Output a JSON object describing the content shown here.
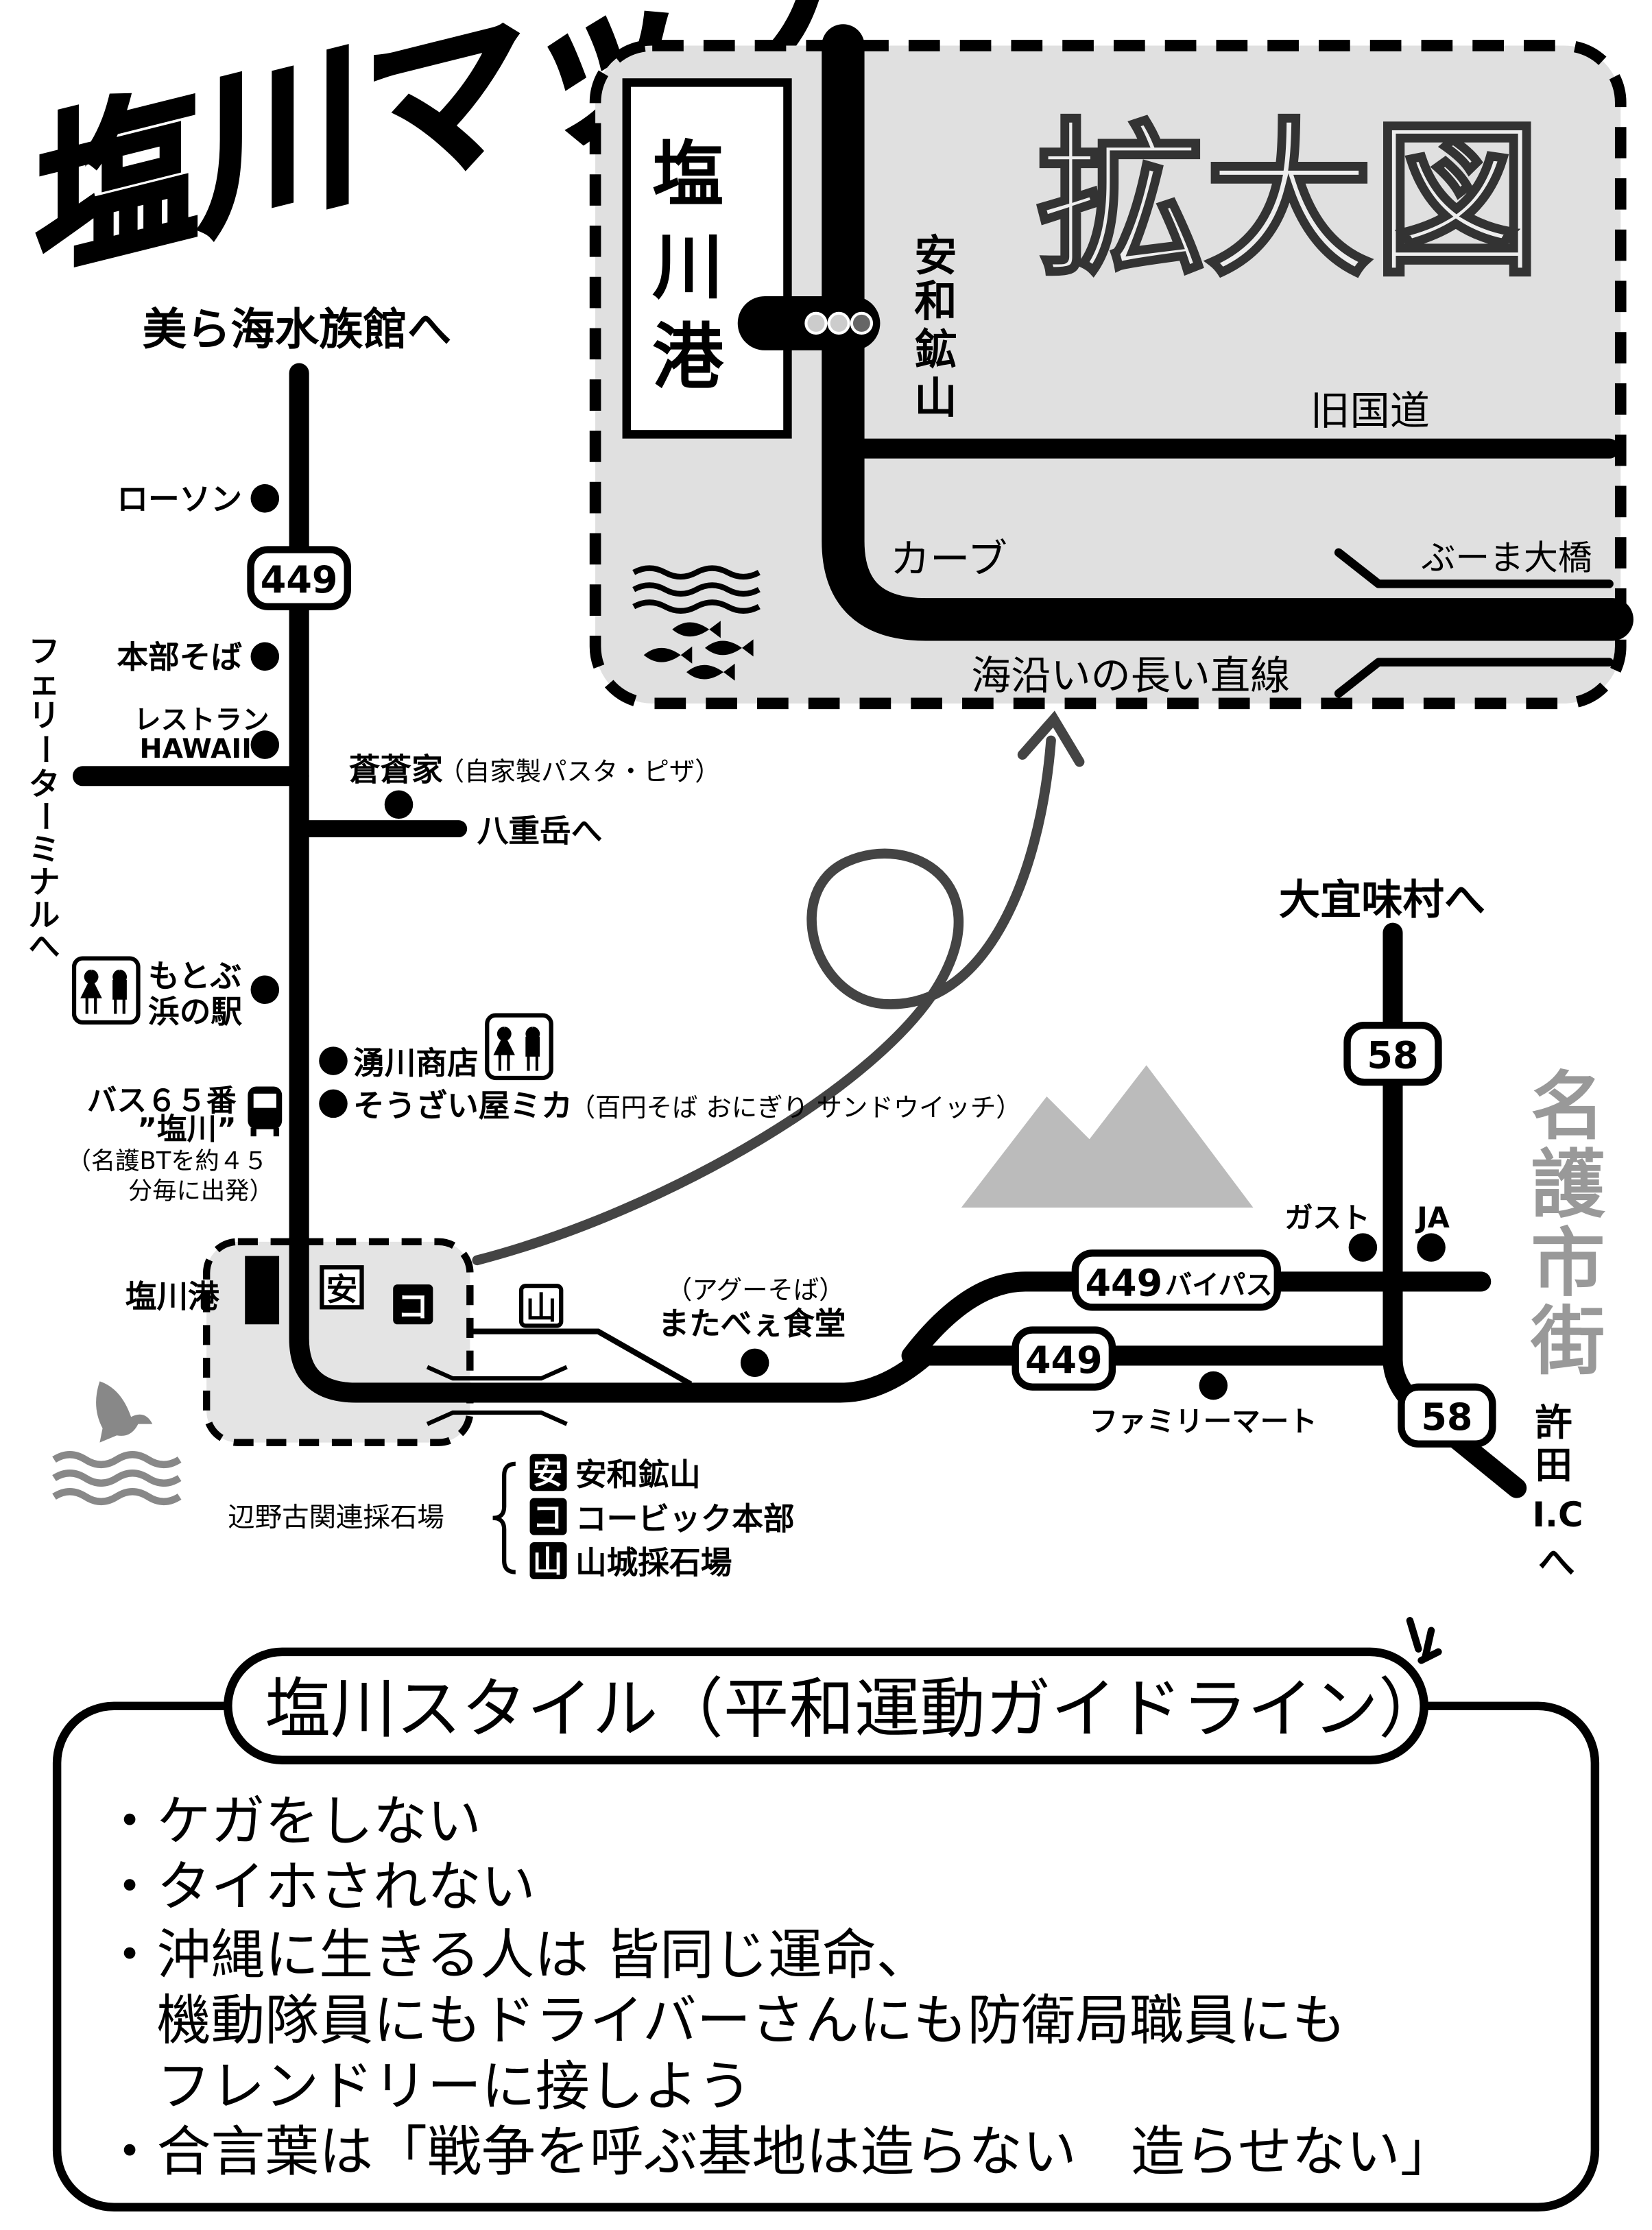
{
  "title": "塩川マップ",
  "inset": {
    "label": "拡大図",
    "port": [
      "塩",
      "川",
      "港"
    ],
    "mine": [
      "安",
      "和",
      "鉱",
      "山"
    ],
    "old_road": "旧国道",
    "curve": "カーブ",
    "bridge": "ぶーま大橋",
    "straight": "海沿いの長い直線"
  },
  "map": {
    "churaumi": "美ら海水族館へ",
    "lawson": "ローソン",
    "route449": "449",
    "motobu_soba": "本部そば",
    "restaurant": "レストラン",
    "hawaii": "HAWAII",
    "ferry": [
      "フ",
      "ェ",
      "リ",
      "ー",
      "タ",
      "ー",
      "ミ",
      "ナ",
      "ル",
      "へ"
    ],
    "soso": "蒼蒼家",
    "soso_note": "（自家製パスタ・ピザ）",
    "yaedake": "八重岳へ",
    "motobu_station_1": "もとぶ",
    "motobu_station_2": "浜の駅",
    "wakugawa": "湧川商店",
    "mika": "そうざい屋ミカ",
    "mika_note": "（百円そば おにぎり サンドウイッチ）",
    "bus_1": "バス６５番",
    "bus_2": "”塩川”",
    "bus_3": "（名護BTを約４５",
    "bus_4": "分毎に出発）",
    "port": "塩川港",
    "mark_an": "安",
    "mark_ko": "コ",
    "mark_yama": "山",
    "matabee_note": "（アグーそば）",
    "matabee": "またべぇ食堂",
    "bypass_num": "449",
    "bypass_label": "バイパス",
    "route449b": "449",
    "familymart": "ファミリーマート",
    "ogimi": "大宜味村へ",
    "route58a": "58",
    "route58b": "58",
    "gusto": "ガスト",
    "ja": "JA",
    "nago": [
      "名",
      "護",
      "市",
      "街"
    ],
    "kyoda": [
      "許",
      "田",
      "I.C",
      "へ"
    ],
    "legend_title": "辺野古関連採石場",
    "legend": [
      {
        "mark": "安",
        "label": "安和鉱山"
      },
      {
        "mark": "コ",
        "label": "コービック本部"
      },
      {
        "mark": "山",
        "label": "山城採石場"
      }
    ]
  },
  "guideline": {
    "title": "塩川スタイル（平和運動ガイドライン）",
    "lines": [
      "・ケガをしない",
      "・タイホされない",
      "・沖縄に生きる人は 皆同じ運命、",
      "　機動隊員にもドライバーさんにも防衛局職員にも",
      "　フレンドリーに接しよう",
      "・合言葉は「戦争を呼ぶ基地は造らない　造らせない」"
    ]
  }
}
